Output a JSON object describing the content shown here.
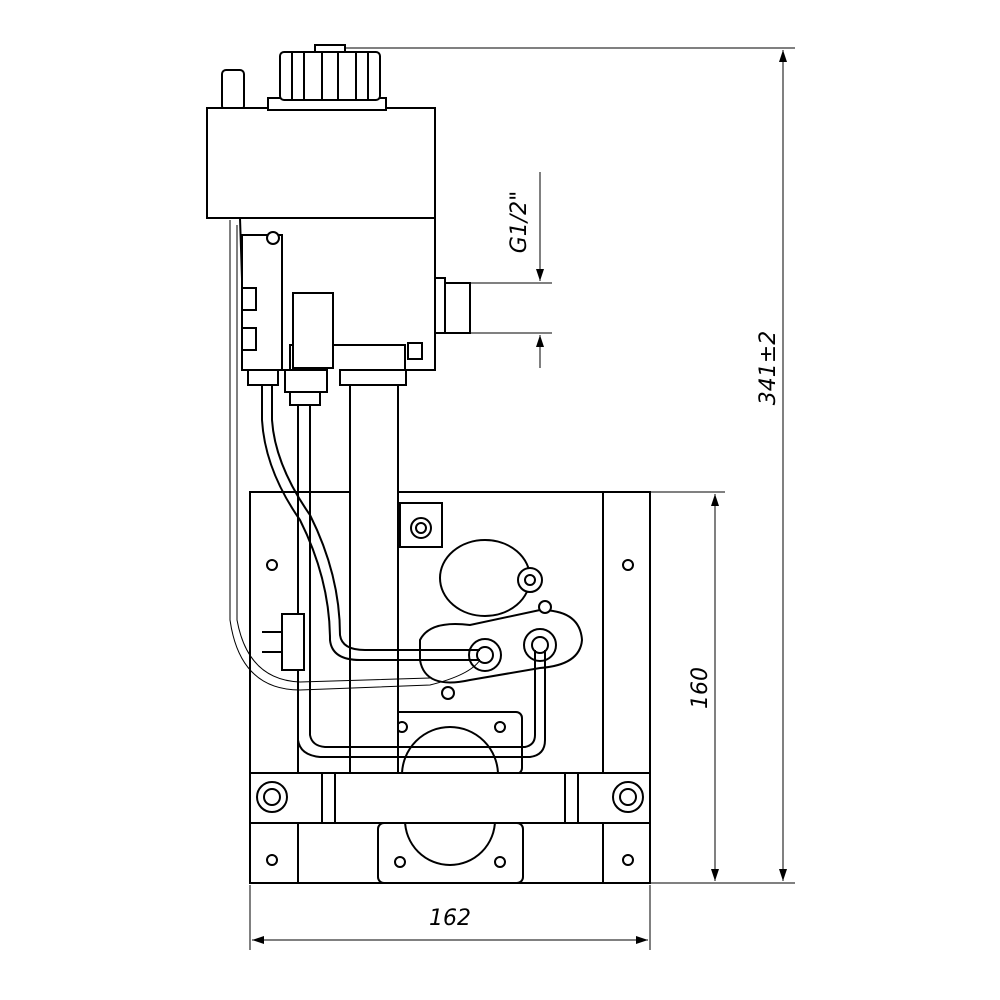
{
  "drawing": {
    "dimensions": {
      "thread": "G1/2\"",
      "total_height": "341±2",
      "plate_height": "160",
      "plate_width": "162"
    }
  }
}
